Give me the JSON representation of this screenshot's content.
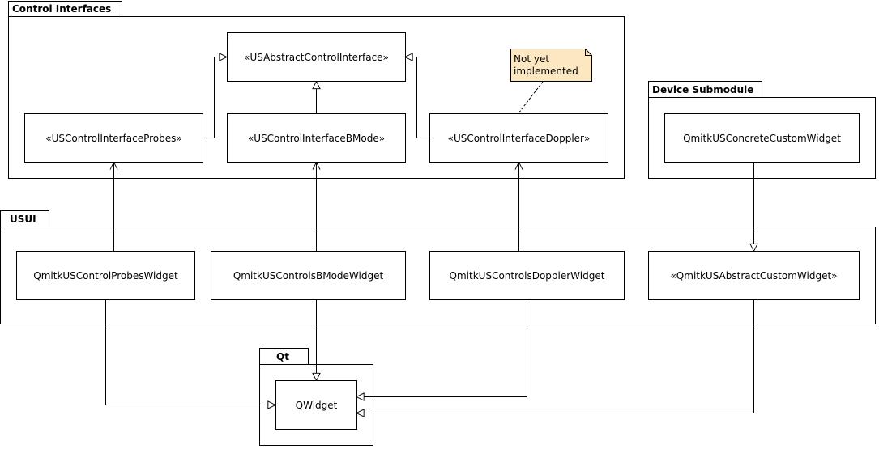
{
  "packages": {
    "control_interfaces": "Control Interfaces",
    "device_submodule": "Device Submodule",
    "usui": "USUI",
    "qt": "Qt"
  },
  "classes": {
    "abstract_control_interface": "«USAbstractControlInterface»",
    "control_interface_probes": "«USControlInterfaceProbes»",
    "control_interface_bmode": "«USControlInterfaceBMode»",
    "control_interface_doppler": "«USControlInterfaceDoppler»",
    "concrete_custom_widget": "QmitkUSConcreteCustomWidget",
    "control_probes_widget": "QmitkUSControlProbesWidget",
    "controls_bmode_widget": "QmitkUSControlsBModeWidget",
    "controls_doppler_widget": "QmitkUSControlsDopplerWidget",
    "abstract_custom_widget": "«QmitkUSAbstractCustomWidget»",
    "qwidget": "QWidget"
  },
  "note": {
    "line1": "Not yet",
    "line2": "implemented",
    "fill_color": "#fde7c0"
  }
}
